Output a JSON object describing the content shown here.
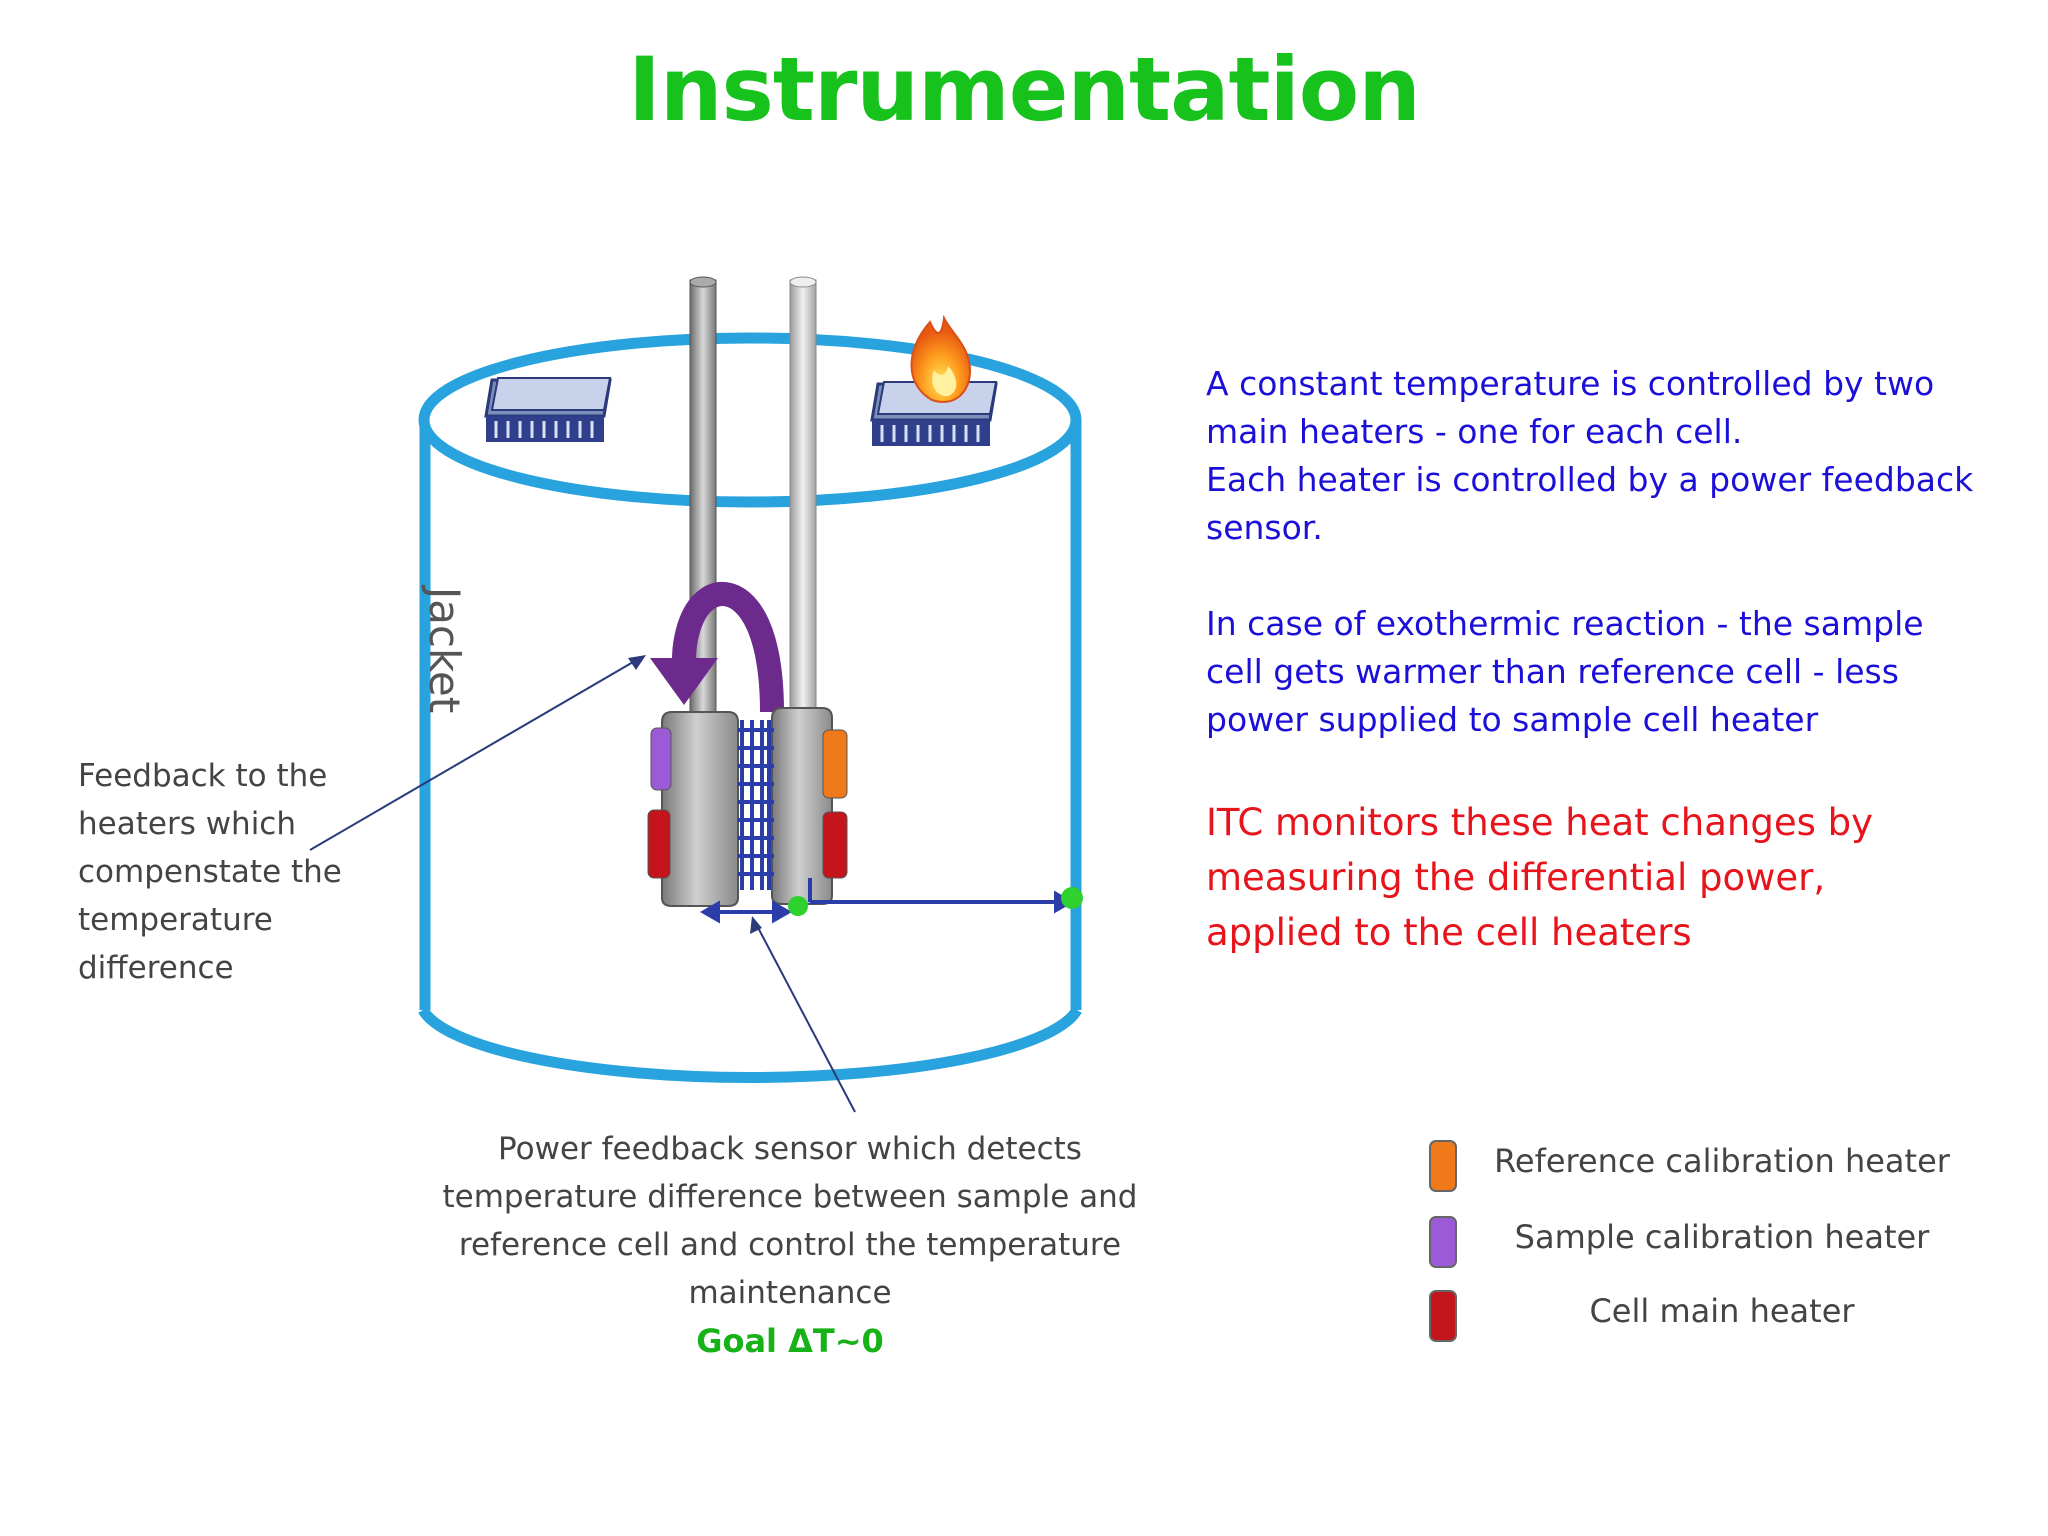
{
  "title": "Instrumentation",
  "jacket_label": "Jacket",
  "right_text": {
    "line1": "A constant temperature is controlled by two",
    "line2": "main heaters - one for each cell.",
    "line3": "Each heater is controlled by a power feedback",
    "line4": "sensor.",
    "line5": "In case of exothermic reaction - the sample",
    "line6": "cell gets warmer than reference cell - less",
    "line7": "power supplied to sample cell heater"
  },
  "itc_text": {
    "line1": "ITC monitors these heat changes by",
    "line2": "measuring the differential power,",
    "line3": "applied to the cell heaters"
  },
  "feedback_label": {
    "line1": "Feedback to the",
    "line2": "heaters which",
    "line3": "compenstate the",
    "line4": "temperature",
    "line5": "difference"
  },
  "sensor_label": {
    "line1": "Power feedback sensor which detects",
    "line2": "temperature difference between sample and",
    "line3": "reference cell and control the temperature",
    "line4": "maintenance",
    "goal": "Goal ΔT~0"
  },
  "legend": [
    {
      "label": "Reference calibration heater",
      "color": "#f07a1a"
    },
    {
      "label": "Sample calibration heater",
      "color": "#9b5ad6"
    },
    {
      "label": "Cell main heater",
      "color": "#c4141c"
    }
  ],
  "colors": {
    "title": "#17c21c",
    "jacket": "#29a3de",
    "arrow_blue": "#2a3da8",
    "curved_arrow": "#6b2a8c",
    "sensor_dot": "#2fd12f"
  }
}
